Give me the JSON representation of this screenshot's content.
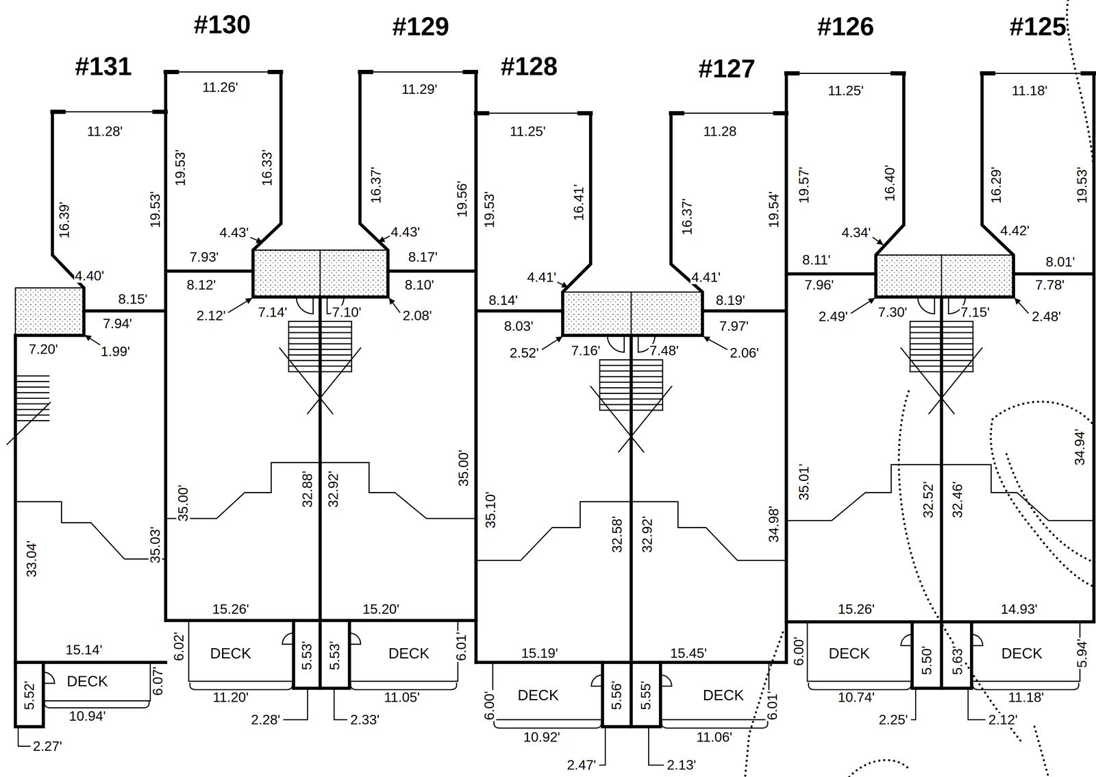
{
  "diagram": {
    "nodes": [
      {
        "text": [
          "DECK"
        ]
      },
      {
        "text": [
          "DECK"
        ]
      },
      {
        "text": [
          "DECK"
        ]
      },
      {
        "text": [
          "DECK"
        ]
      },
      {
        "text": [
          "DECK"
        ]
      },
      {
        "text": [
          "DECK"
        ]
      },
      {
        "text": [
          "DECK"
        ]
      }
    ],
    "labels": [
      "#131",
      "#130",
      "#129",
      "#128",
      "#127",
      "#126",
      "#125",
      "11.28'",
      "16.39'",
      "19.53'",
      "4.40'",
      "8.15'",
      "7.94'",
      "1.99'",
      "7.20'",
      "33.04'",
      "35.03'",
      "15.14'",
      "5.52'",
      "6.07'",
      "10.94'",
      "2.27'",
      "11.26'",
      "19.53'",
      "16.33'",
      "4.43'",
      "7.93'",
      "8.12'",
      "2.12'",
      "7.14'",
      "35.00'",
      "32.88'",
      "15.26'",
      "6.02'",
      "5.53'",
      "11.20'",
      "2.28'",
      "11.29'",
      "16.37'",
      "19.56'",
      "4.43'",
      "8.17'",
      "8.10'",
      "2.08'",
      "7.10'",
      "32.92'",
      "35.00'",
      "15.20'",
      "5.53'",
      "6.01'",
      "11.05'",
      "2.33'",
      "11.25'",
      "19.53'",
      "16.41'",
      "4.41'",
      "8.14'",
      "8.03'",
      "2.52'",
      "7.16'",
      "35.10'",
      "32.58'",
      "15.19'",
      "6.00'",
      "5.56'",
      "10.92'",
      "2.47'",
      "11.28",
      "16.37'",
      "19.54'",
      "4.41'",
      "8.19'",
      "7.97'",
      "2.06'",
      "7.48'",
      "32.92'",
      "34.98'",
      "15.45'",
      "5.55'",
      "6.01'",
      "11.06'",
      "2.13'",
      "11.25'",
      "19.57'",
      "16.40'",
      "4.34'",
      "8.11'",
      "7.96'",
      "2.49'",
      "7.30'",
      "35.01'",
      "32.52'",
      "15.26'",
      "6.00'",
      "5.50'",
      "10.74'",
      "2.25'",
      "11.18'",
      "16.29'",
      "19.53'",
      "4.42'",
      "8.01'",
      "7.78'",
      "2.48'",
      "7.15'",
      "32.46'",
      "34.94'",
      "14.93'",
      "5.63'",
      "5.94'",
      "11.18'",
      "2.12'"
    ]
  }
}
